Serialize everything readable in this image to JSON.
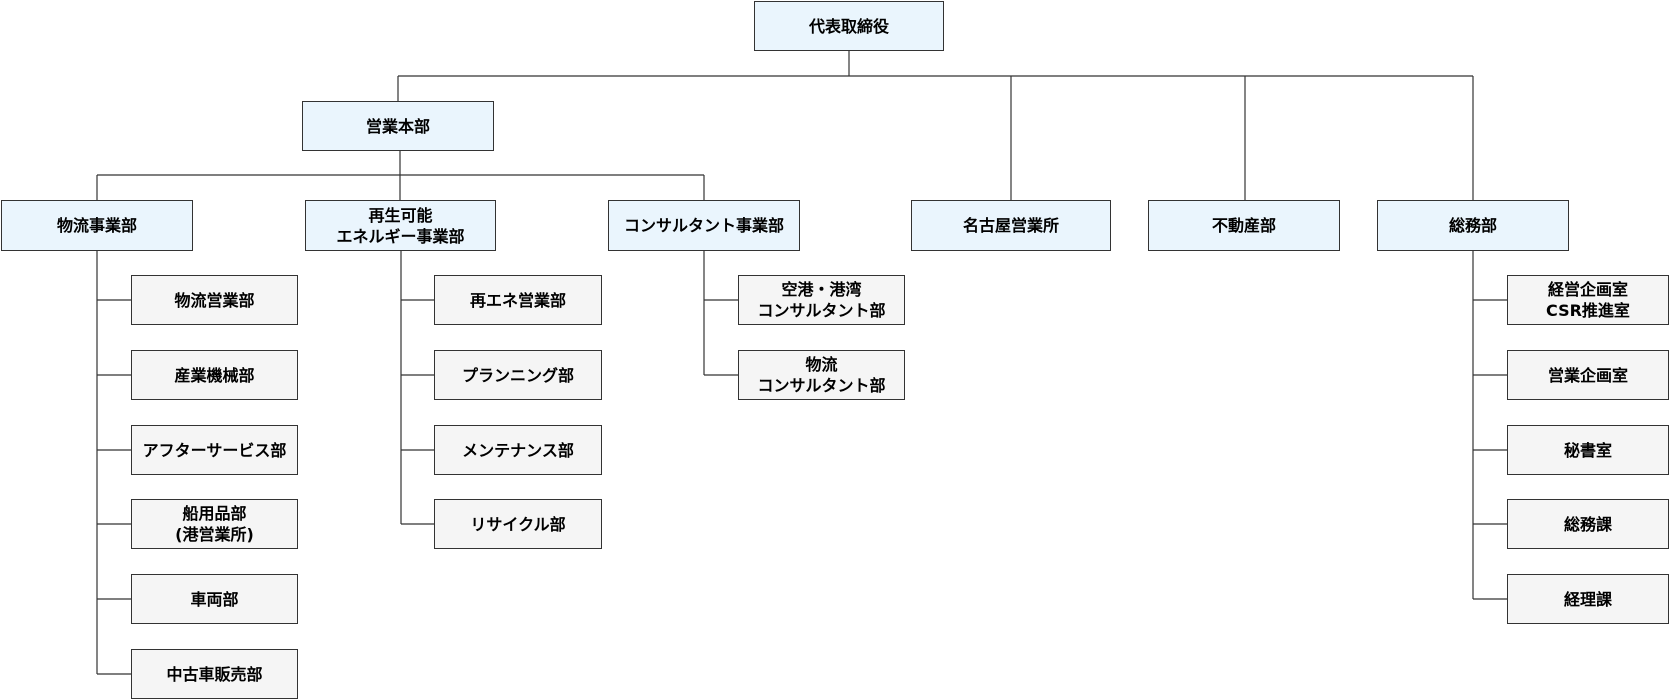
{
  "org": {
    "ceo": "代表取締役",
    "sales_hq": "営業本部",
    "logistics": "物流事業部",
    "renewable": "再生可能\nエネルギー事業部",
    "consulting": "コンサルタント事業部",
    "nagoya": "名古屋営業所",
    "real_estate": "不動産部",
    "general_affairs": "総務部",
    "logistics_units": [
      "物流営業部",
      "産業機械部",
      "アフターサービス部",
      "船用品部\n(港営業所)",
      "車両部",
      "中古車販売部"
    ],
    "renewable_units": [
      "再エネ営業部",
      "プランニング部",
      "メンテナンス部",
      "リサイクル部"
    ],
    "consulting_units": [
      "空港・港湾\nコンサルタント部",
      "物流\nコンサルタント部"
    ],
    "general_affairs_units": [
      "経営企画室\nCSR推進室",
      "営業企画室",
      "秘書室",
      "総務課",
      "経理課"
    ]
  },
  "colors": {
    "primary_fill": "#eaf5fd",
    "secondary_fill": "#f5f5f5",
    "border": "#333333"
  }
}
